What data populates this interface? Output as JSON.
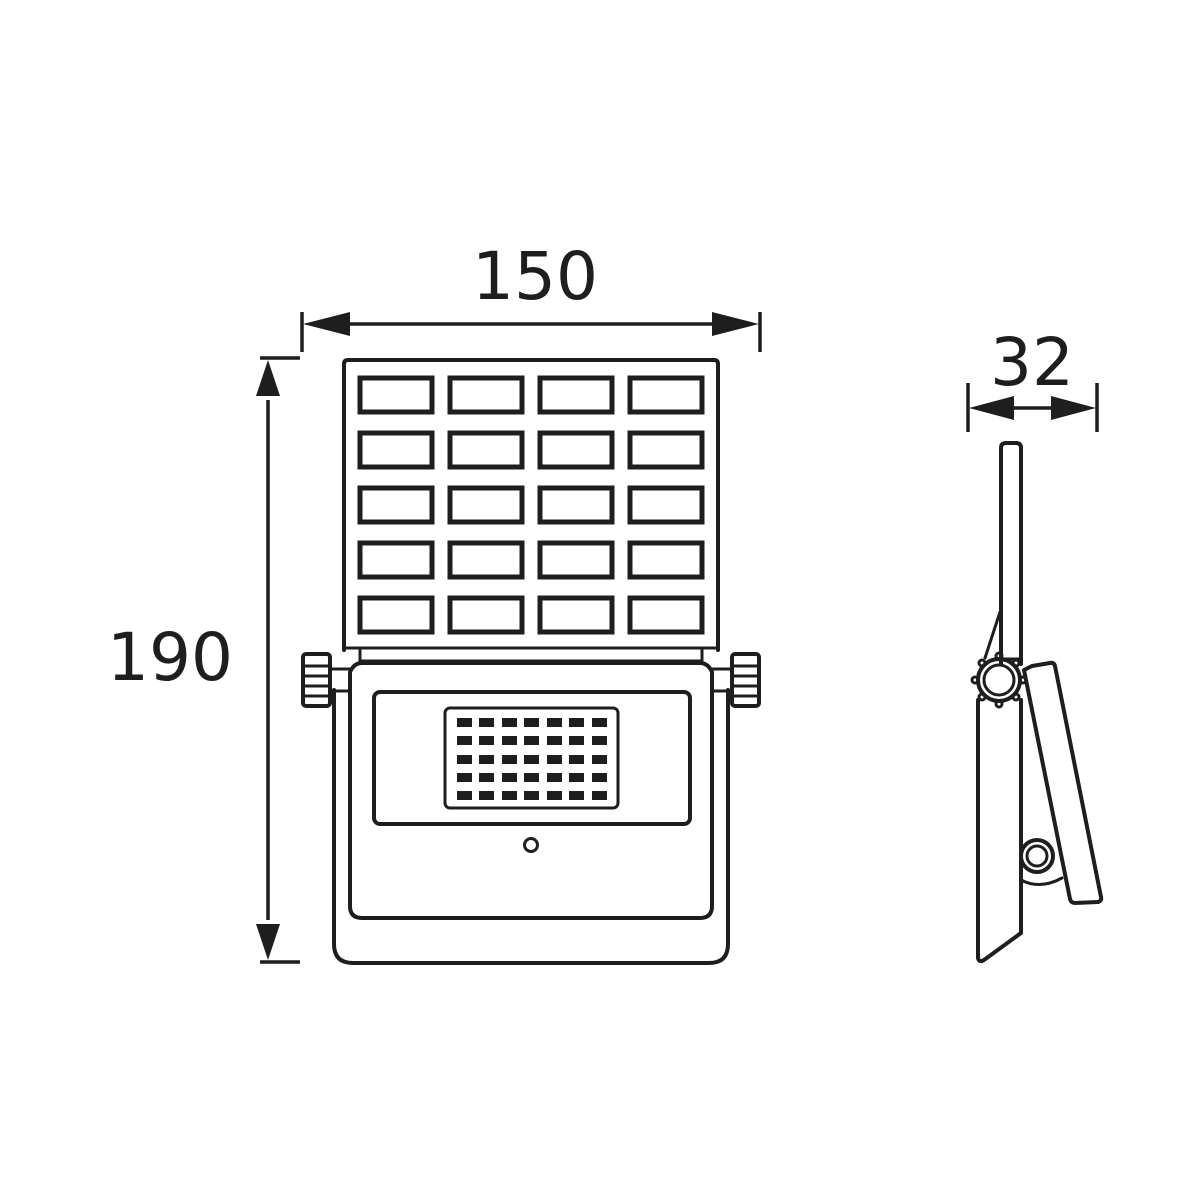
{
  "drawing": {
    "title": "Solar flood light dimensional drawing",
    "units": "mm",
    "line_color": "#1e1e1e",
    "background": "#ffffff"
  },
  "front_view": {
    "dimensions": {
      "width": {
        "label": "150",
        "value": 150
      },
      "height": {
        "label": "190",
        "value": 190
      }
    },
    "solar_panel": {
      "cell_columns": 4,
      "cell_rows": 5
    },
    "led_module": {
      "led_columns": 7,
      "led_rows": 5
    },
    "sensor": {
      "present": true
    },
    "adjustment_knobs": 2
  },
  "side_view": {
    "dimensions": {
      "depth": {
        "label": "32",
        "value": 32
      }
    }
  }
}
